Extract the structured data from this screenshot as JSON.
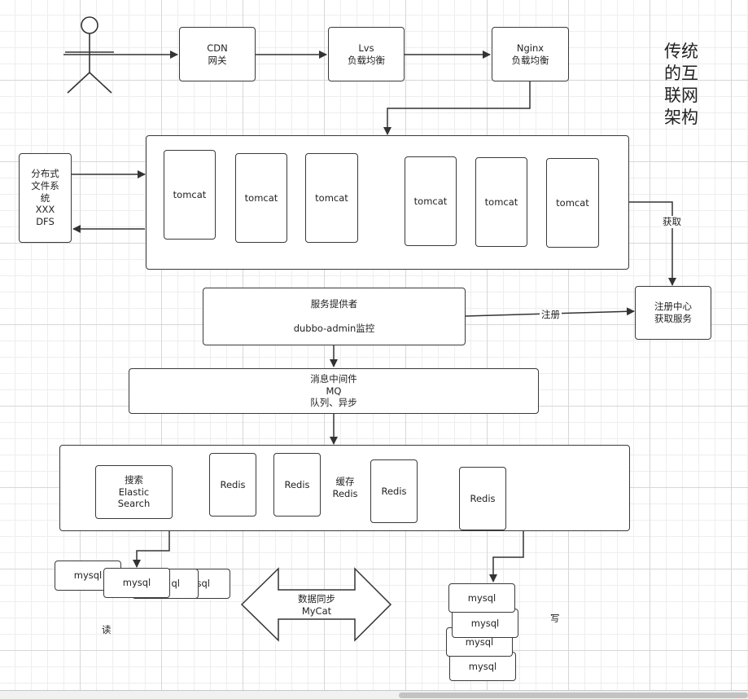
{
  "title": "传统的互联网架构",
  "nodes": {
    "cdn": "CDN\n网关",
    "lvs": "Lvs\n负载均衡",
    "nginx": "Nginx\n负载均衡",
    "dfs": "分布式\n文件系\n统\nXXX\nDFS",
    "tomcat": [
      "tomcat",
      "tomcat",
      "tomcat",
      "tomcat",
      "tomcat",
      "tomcat"
    ],
    "provider_line1": "服务提供者",
    "provider_line2": "dubbo-admin监控",
    "registry": "注册中心\n获取服务",
    "mq": "消息中间件\nMQ\n队列、异步",
    "search": "搜索\nElastic\nSearch",
    "redis": [
      "Redis",
      "Redis",
      "Redis",
      "Redis"
    ],
    "cache_label": "缓存\nRedis",
    "mysql_left": [
      "mysql",
      "mysql",
      "sql",
      "ql"
    ],
    "mysql_right": [
      "mysql",
      "mysql",
      "mysql",
      "mysql"
    ],
    "sync": "数据同步\nMyCat"
  },
  "edge_labels": {
    "get": "获取",
    "register": "注册",
    "read": "读",
    "write": "写"
  }
}
